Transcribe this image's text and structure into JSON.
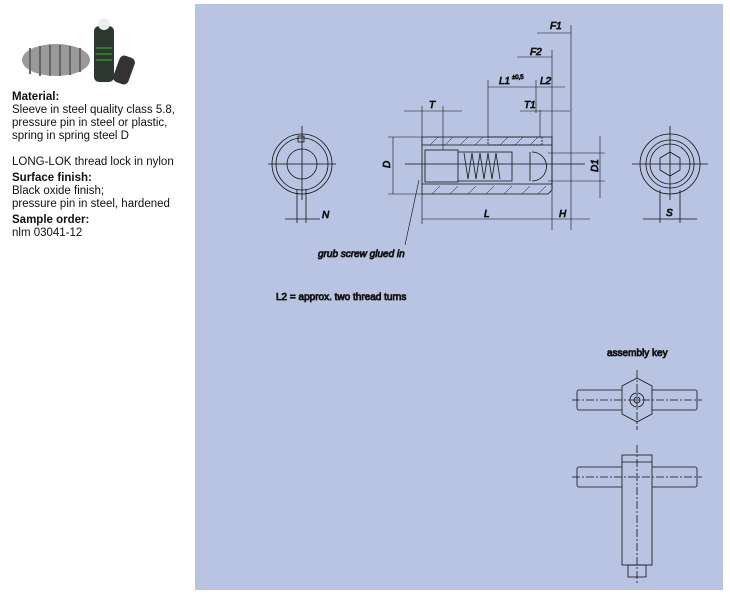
{
  "sidebar": {
    "material_label": "Material:",
    "material_lines": [
      "Sleeve in steel quality class 5.8,",
      "pressure pin in steel or plastic,",
      "spring in spring steel D"
    ],
    "thread_lock": "LONG-LOK thread lock in nylon",
    "surface_label": "Surface finish:",
    "surface_lines": [
      "Black oxide finish;",
      "pressure pin in steel, hardened"
    ],
    "sample_label": "Sample order:",
    "sample_value": "nlm 03041-12"
  },
  "drawing": {
    "dims": {
      "F1": "F1",
      "F2": "F2",
      "L1": "L1",
      "L1_tol": "±0,5",
      "L2": "L2",
      "T": "T",
      "T1": "T1",
      "D": "D",
      "D1": "D1",
      "L": "L",
      "H": "H",
      "N": "N",
      "S": "S"
    },
    "grub_note": "grub screw glued in",
    "l2_note": "L2 = approx. two thread turns",
    "assembly_key": "assembly key"
  },
  "colors": {
    "panel": "#b9c4e2"
  }
}
